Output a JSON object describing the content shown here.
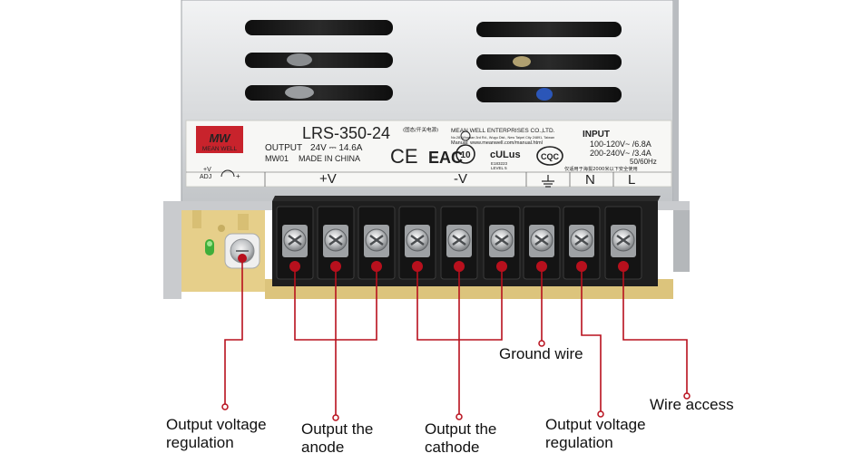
{
  "product": {
    "brand_logo": "MW",
    "brand_name": "MEAN WELL",
    "model": "LRS-350-24",
    "model_note_cn": "(固态/开关电源)",
    "manufacturer": "MEAN WELL ENTERPRISES CO.,LTD.",
    "address": "No.28, Wuquan 3rd Rd., Wugu Dist., New Taipei City 24891, Taiwan",
    "manual_url": "Manual: www.meanwell.com/manual.html",
    "output_label": "OUTPUT",
    "output_value": "24V ⎓ 14.6A",
    "model_code": "MW01",
    "origin": "MADE IN CHINA",
    "input_label": "INPUT",
    "input_line1": "100-120V~ /6.8A",
    "input_line2": "200-240V~ /3.4A",
    "input_freq": "50/60Hz",
    "input_note_cn": "仅适用于海拔2000米以下安全使用",
    "adj_label_top": "+V",
    "adj_label_bottom": "ADJ",
    "terminal_plus": "+V",
    "terminal_minus": "-V",
    "terminal_n": "N",
    "terminal_l": "L",
    "ul_code": "E183223",
    "ul_class": "LEVEL 5",
    "energy_mark": "10"
  },
  "callouts": {
    "voltage_adjust": [
      "Output voltage",
      "regulation"
    ],
    "anode": [
      "Output the",
      "anode"
    ],
    "cathode": [
      "Output the",
      "cathode"
    ],
    "ground": [
      "Ground wire"
    ],
    "input_regulation": [
      "Output voltage",
      "regulation"
    ],
    "wire_access": [
      "Wire access"
    ]
  },
  "colors": {
    "leader_line": "#b8101d",
    "callout_text": "#111111",
    "casing": "#d2d4d6",
    "terminal_block": "#1e1e1e",
    "pcb": "#e6cf8a",
    "logo_red": "#c8232c"
  }
}
